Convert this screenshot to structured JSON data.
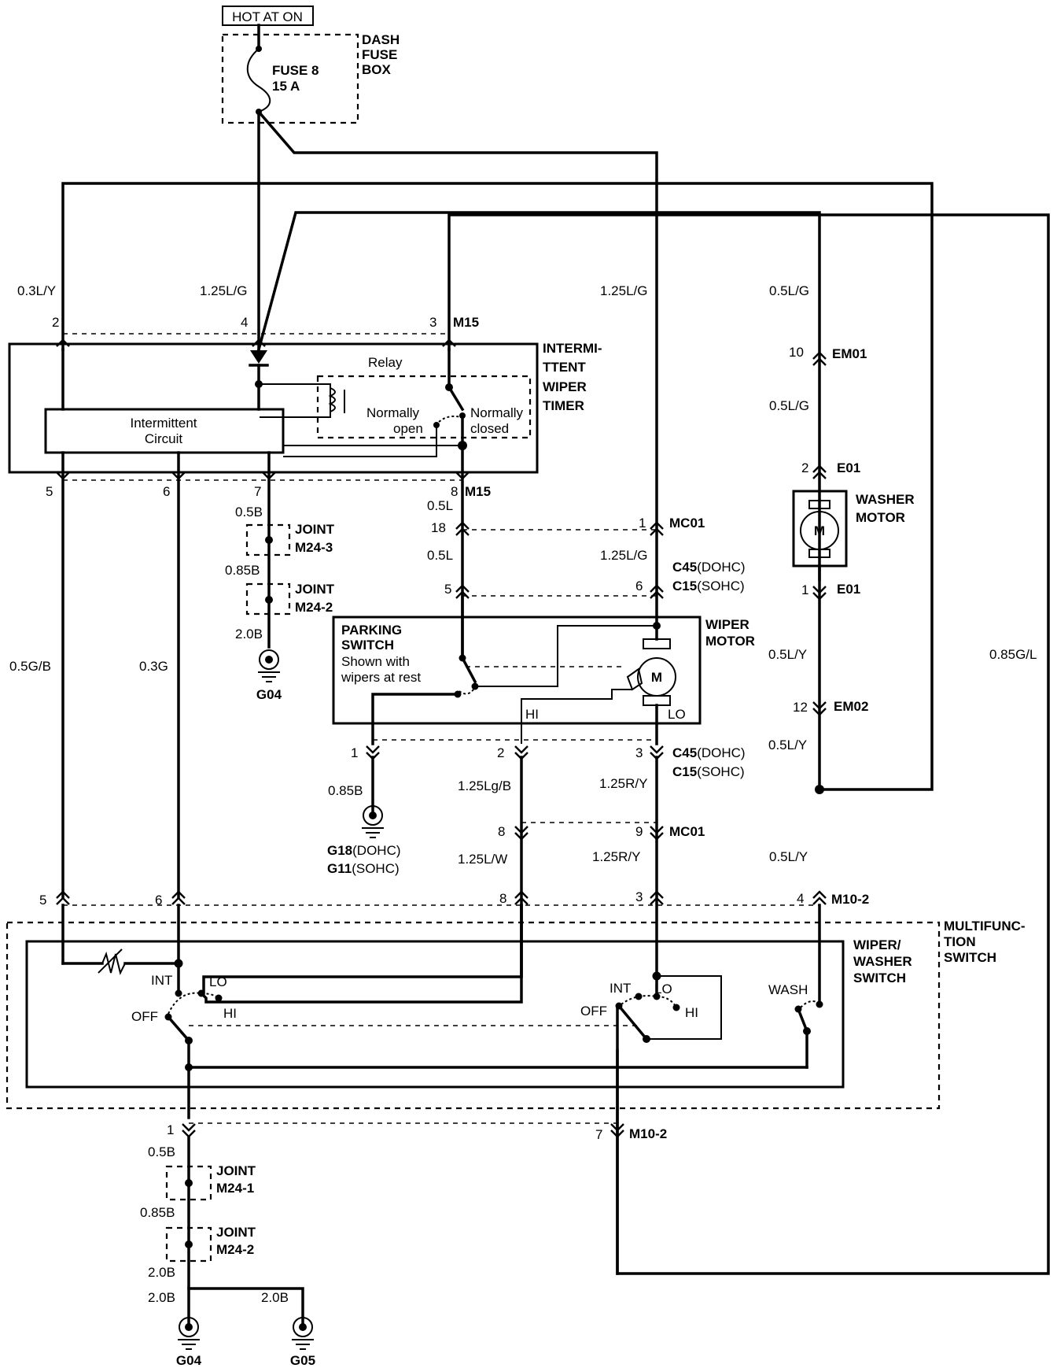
{
  "power": {
    "hot_at_on": "HOT AT ON",
    "fuse": "FUSE 8",
    "fuse_rating": "15 A",
    "box": [
      "DASH",
      "FUSE",
      "BOX"
    ]
  },
  "timer": {
    "name": [
      "INTERMI-",
      "TTENT",
      "WIPER",
      "TIMER"
    ],
    "relay": "Relay",
    "circuit": [
      "Intermittent",
      "Circuit"
    ],
    "no": [
      "Normally",
      "open"
    ],
    "nc": [
      "Normally",
      "closed"
    ],
    "top_connector": "M15",
    "bottom_connector": "M15",
    "pins_top": [
      "2",
      "4",
      "3"
    ],
    "pins_bottom": [
      "5",
      "6",
      "7",
      "8"
    ]
  },
  "wires": {
    "w_03LY": "0.3L/Y",
    "w_125LG_a": "1.25L/G",
    "w_125LG_b": "1.25L/G",
    "w_05LG_a": "0.5L/G",
    "w_05LG_b": "0.5L/G",
    "w_05B": "0.5B",
    "w_085B_a": "0.85B",
    "w_20B_a": "2.0B",
    "w_05L_a": "0.5L",
    "w_05L_b": "0.5L",
    "w_125LG_c": "1.25L/G",
    "w_05GB": "0.5G/B",
    "w_03G": "0.3G",
    "w_05LY_a": "0.5L/Y",
    "w_05LY_b": "0.5L/Y",
    "w_085GL": "0.85G/L",
    "w_085B_b": "0.85B",
    "w_125LgB": "1.25Lg/B",
    "w_125RY_a": "1.25R/Y",
    "w_125LW": "1.25L/W",
    "w_125RY_b": "1.25R/Y",
    "w_05LY_c": "0.5L/Y",
    "w_05B_b": "0.5B",
    "w_085B_c": "0.85B",
    "w_20B_b": "2.0B",
    "w_20B_c": "2.0B",
    "w_20B_d": "2.0B"
  },
  "connectors": {
    "mc01": "MC01",
    "c45": "C45",
    "dohc": "(DOHC)",
    "c15": "C15",
    "sohc": "(SOHC)",
    "em01": "EM01",
    "e01": "E01",
    "em02": "EM02",
    "m10_2": "M10-2",
    "pin_18": "18",
    "pin_1a": "1",
    "pin_5a": "5",
    "pin_6a": "6",
    "pin_10": "10",
    "pin_2a": "2",
    "pin_1b": "1",
    "pin_12": "12",
    "pin_1c": "1",
    "pin_2b": "2",
    "pin_3a": "3",
    "pin_8a": "8",
    "pin_9": "9",
    "pin_5b": "5",
    "pin_6b": "6",
    "pin_8b": "8",
    "pin_3b": "3",
    "pin_4": "4",
    "pin_1d": "1",
    "pin_7": "7"
  },
  "joints": [
    {
      "label": "JOINT",
      "id": "M24-3"
    },
    {
      "label": "JOINT",
      "id": "M24-2"
    },
    {
      "label": "JOINT",
      "id": "M24-1"
    },
    {
      "label": "JOINT",
      "id": "M24-2"
    }
  ],
  "grounds": {
    "g04_a": "G04",
    "g18": "G18",
    "g11": "G11",
    "g04_b": "G04",
    "g05": "G05"
  },
  "wiper_motor": {
    "name": [
      "WIPER",
      "MOTOR"
    ],
    "motor_symbol": "M",
    "hi": "HI",
    "lo": "LO"
  },
  "parking_switch": {
    "name": [
      "PARKING",
      "SWITCH"
    ],
    "note": [
      "Shown with",
      "wipers at rest"
    ]
  },
  "washer_motor": {
    "name": [
      "WASHER",
      "MOTOR"
    ],
    "motor_symbol": "M"
  },
  "multifunction": {
    "name": [
      "MULTIFUNC-",
      "TION",
      "SWITCH"
    ],
    "sub": [
      "WIPER/",
      "WASHER",
      "SWITCH"
    ],
    "left_labels": {
      "int": "INT",
      "lo": "LO",
      "off": "OFF",
      "hi": "HI"
    },
    "right_labels": {
      "int": "INT",
      "lo": "LO",
      "off": "OFF",
      "hi": "HI"
    },
    "wash": "WASH"
  }
}
